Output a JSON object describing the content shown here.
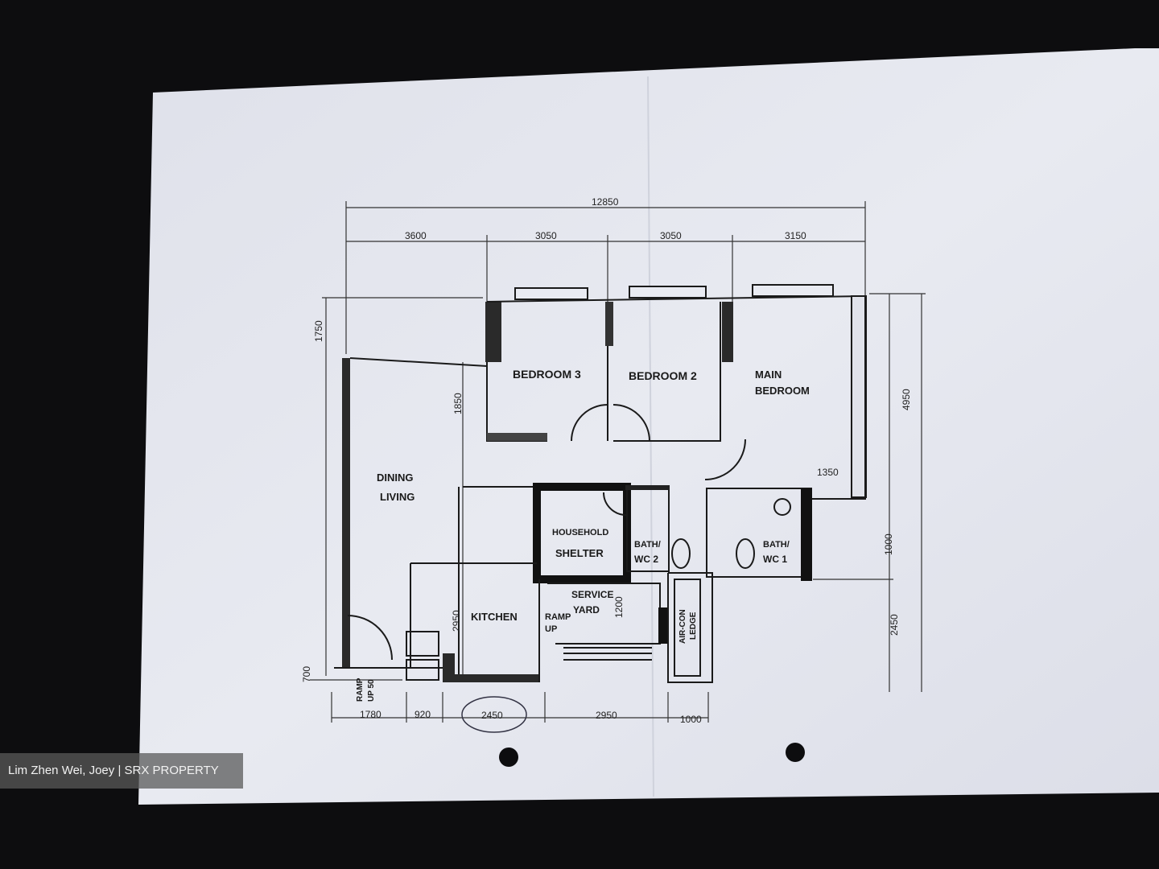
{
  "rooms": {
    "bedroom3": "BEDROOM 3",
    "bedroom2": "BEDROOM 2",
    "main_bedroom_1": "MAIN",
    "main_bedroom_2": "BEDROOM",
    "living_1": "DINING",
    "living_2": "LIVING",
    "shelter_1": "HOUSEHOLD",
    "shelter_2": "SHELTER",
    "bath2_1": "BATH/",
    "bath2_2": "WC 2",
    "bath1_1": "BATH/",
    "bath1_2": "WC 1",
    "kitchen": "KITCHEN",
    "service_1": "SERVICE",
    "service_2": "YARD",
    "ramp_1": "RAMP",
    "ramp_2": "UP",
    "ramp_entry_1": "RAMP",
    "ramp_entry_2": "UP 50",
    "aircon_1": "AIR-CON",
    "aircon_2": "LEDGE"
  },
  "dimensions": {
    "total_width": "12850",
    "top": [
      "3600",
      "3050",
      "3050",
      "3150"
    ],
    "bottom": [
      "1780",
      "920",
      "2450",
      "2950",
      "1000"
    ],
    "left_1750": "1750",
    "inner_1850": "1850",
    "right_4950": "4950",
    "right_2450": "2450",
    "right_1000": "1000",
    "kitchen_2950": "2950",
    "yard_1200": "1200",
    "corridor_1350": "1350",
    "left_700": "700"
  },
  "watermark": "Lim Zhen Wei, Joey | SRX PROPERTY",
  "colors": {
    "paper": "#e4e6ee",
    "ink": "#1a1a1a",
    "background": "#0d0d0f"
  }
}
